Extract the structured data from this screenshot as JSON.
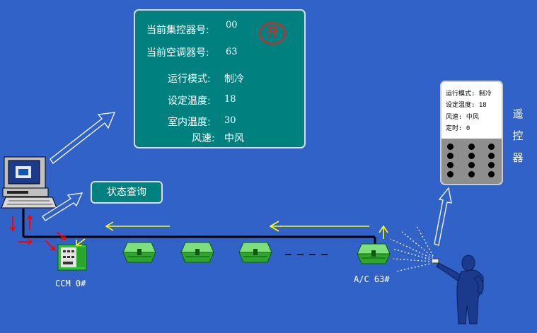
{
  "status_panel": {
    "controller_label": "当前集控器号:",
    "controller_value": "00",
    "ac_label": "当前空调器号:",
    "ac_value": "63",
    "mode_label": "运行模式:",
    "mode_value": "制冷",
    "set_temp_label": "设定温度:",
    "set_temp_value": "18",
    "room_temp_label": "室内温度:",
    "room_temp_value": "30",
    "fan_label": "风速:",
    "fan_value": "中风",
    "power_badge": "开"
  },
  "query_button": {
    "label": "状态查询"
  },
  "remote": {
    "title_chars": [
      "遥",
      "控",
      "器"
    ],
    "lines": [
      "运行模式: 制冷",
      "设定温度: 18",
      "风速:  中风",
      "定时:  0"
    ]
  },
  "ccm": {
    "label": "CCM  0#"
  },
  "ac_unit": {
    "label": "A/C 63#"
  },
  "colors": {
    "background": "#3162c8",
    "panel": "#018080",
    "arrow_yellow": "#ffff00",
    "arrow_red": "#ff0000",
    "unit_green": "#35c235"
  }
}
